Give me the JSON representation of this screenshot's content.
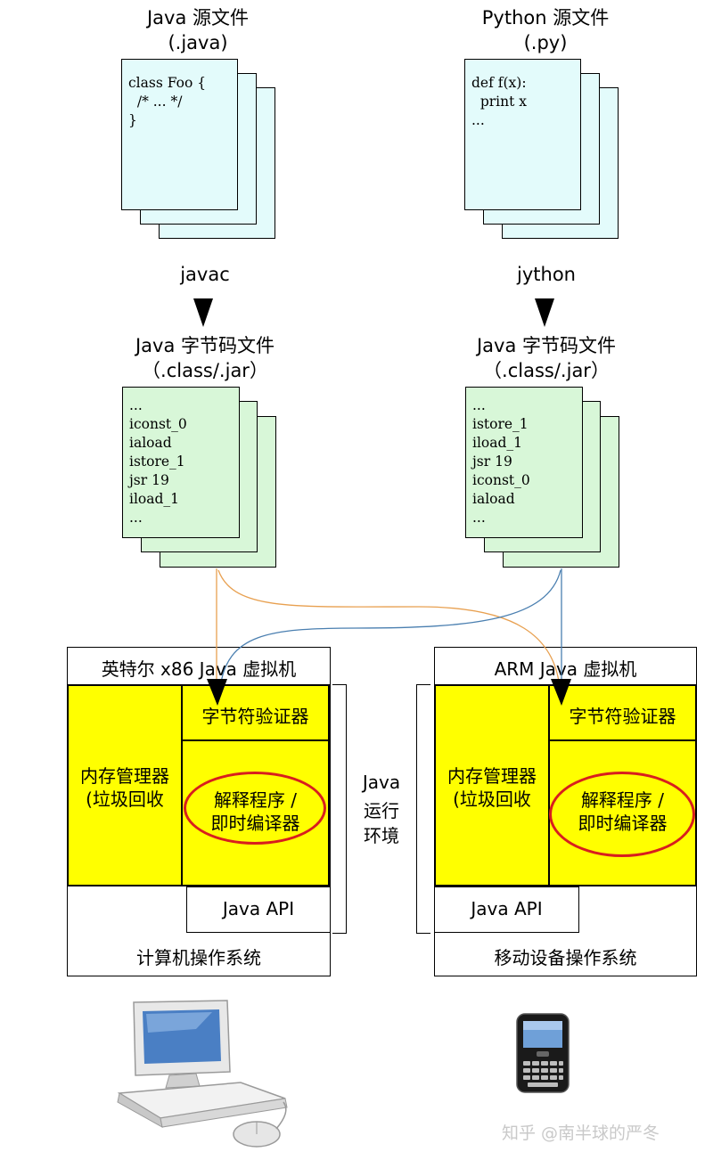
{
  "left": {
    "source_title": "Java 源文件",
    "source_ext": "(.java)",
    "source_code": "class Foo {\n  /* ... */\n}",
    "compiler": "javac",
    "bytecode_title": "Java 字节码文件",
    "bytecode_ext": "（.class/.jar）",
    "bytecode_code": "...\niconst_0\niaload\nistore_1\njsr 19\niload_1\n...",
    "vm_title": "英特尔 x86 Java 虚拟机",
    "verifier": "字节符验证器",
    "memory_line1": "内存管理器",
    "memory_line2": "(垃圾回收",
    "interpreter_line1": "解释程序 /",
    "interpreter_line2": "即时编译器",
    "api": "Java API",
    "os": "计算机操作系统",
    "device_icon": "desktop-computer-icon"
  },
  "right": {
    "source_title": "Python 源文件",
    "source_ext": "(.py)",
    "source_code": "def f(x):\n  print x\n...",
    "compiler": "jython",
    "bytecode_title": "Java 字节码文件",
    "bytecode_ext": "（.class/.jar）",
    "bytecode_code": "...\nistore_1\niload_1\njsr 19\niconst_0\niaload\n...",
    "vm_title": "ARM Java 虚拟机",
    "verifier": "字节符验证器",
    "memory_line1": "内存管理器",
    "memory_line2": "(垃圾回收",
    "interpreter_line1": "解释程序 /",
    "interpreter_line2": "即时编译器",
    "api": "Java API",
    "os": "移动设备操作系统",
    "device_icon": "smartphone-icon"
  },
  "runtime_label": [
    "Java",
    "运行",
    "环境"
  ],
  "watermark": "知乎 @南半球的严冬",
  "colors": {
    "source_doc": "#e3fbfb",
    "bytecode_doc": "#d8f7d8",
    "jvm_fill": "#ffff00",
    "highlight": "#d81e1e",
    "orange_path": "#e8a050",
    "blue_path": "#4a7fb0"
  }
}
